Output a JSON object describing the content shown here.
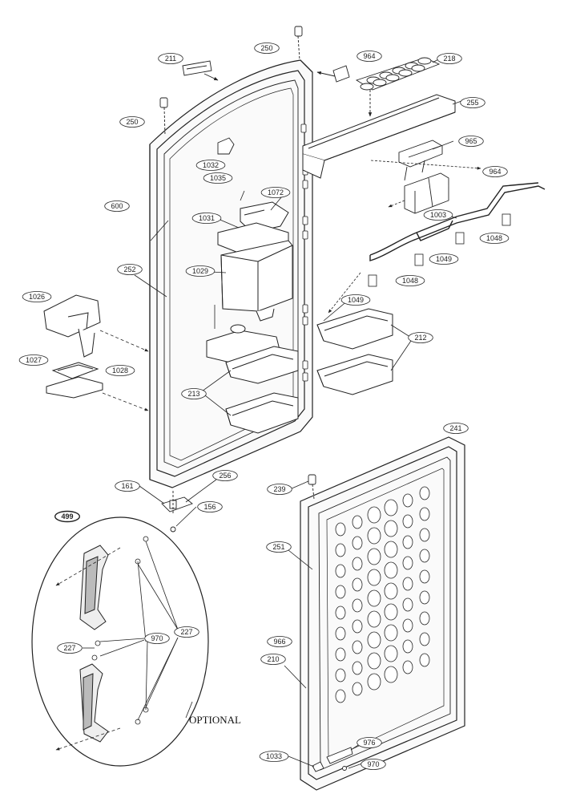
{
  "diagram": {
    "optional_text": "OPTIONAL",
    "labels": {
      "l211": "211",
      "l250a": "250",
      "l964a": "964",
      "l218": "218",
      "l250b": "250",
      "l255": "255",
      "l1032": "1032",
      "l1035": "1035",
      "l965": "965",
      "l964b": "964",
      "l1072": "1072",
      "l600": "600",
      "l1031": "1031",
      "l1003": "1003",
      "l1048a": "1048",
      "l1049a": "1049",
      "l252": "252",
      "l1029": "1029",
      "l1048b": "1048",
      "l1026": "1026",
      "l1049b": "1049",
      "l212": "212",
      "l1027": "1027",
      "l1028": "1028",
      "l213": "213",
      "l241": "241",
      "l161": "161",
      "l256": "256",
      "l239": "239",
      "l156": "156",
      "l499": "499",
      "l251": "251",
      "l227a": "227",
      "l970a": "970",
      "l227b": "227",
      "l966": "966",
      "l210": "210",
      "l976": "976",
      "l1033": "1033",
      "l970b": "970"
    }
  }
}
